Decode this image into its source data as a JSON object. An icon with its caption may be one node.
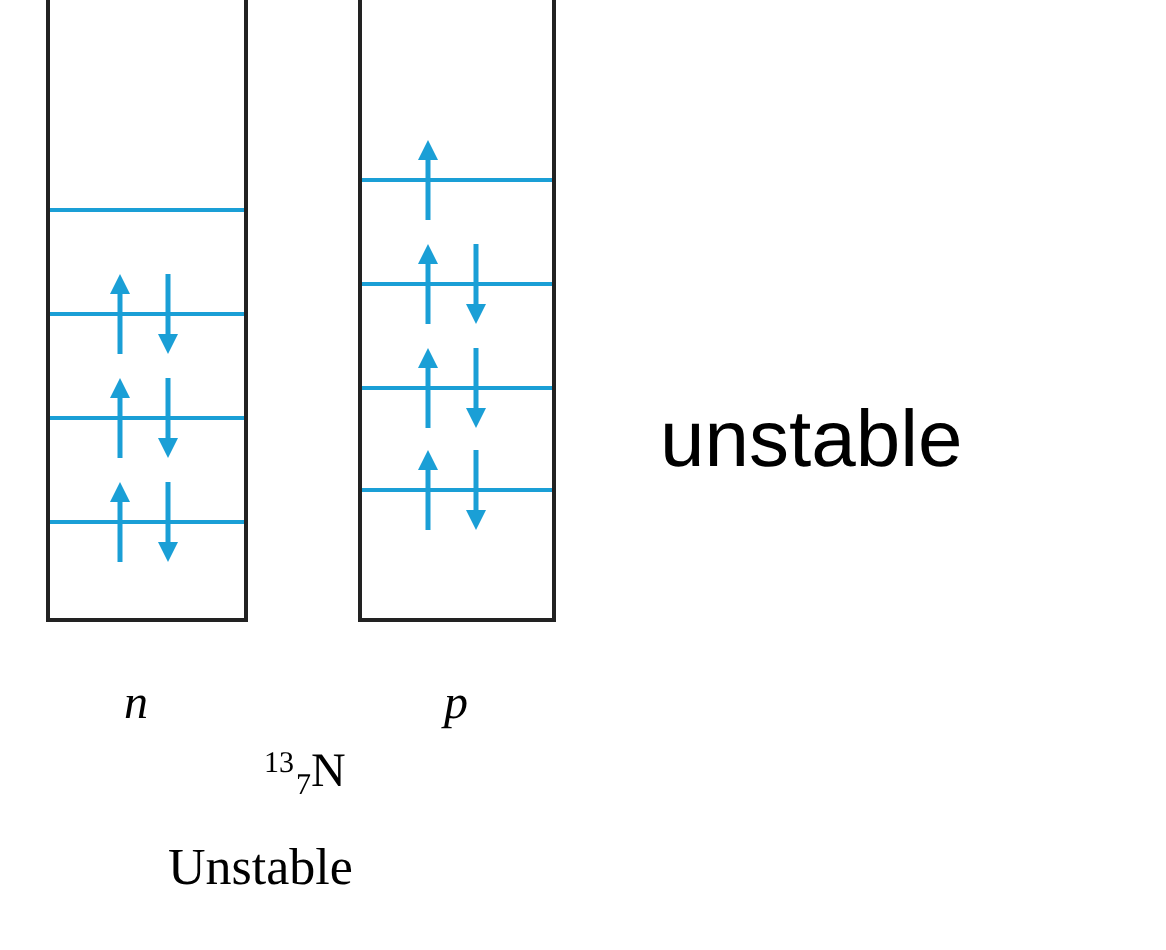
{
  "diagram": {
    "labels": [
      "unstable",
      "n",
      "p",
      "$^{13}$$_{7}$N",
      "Unstable"
    ]
  }
}
